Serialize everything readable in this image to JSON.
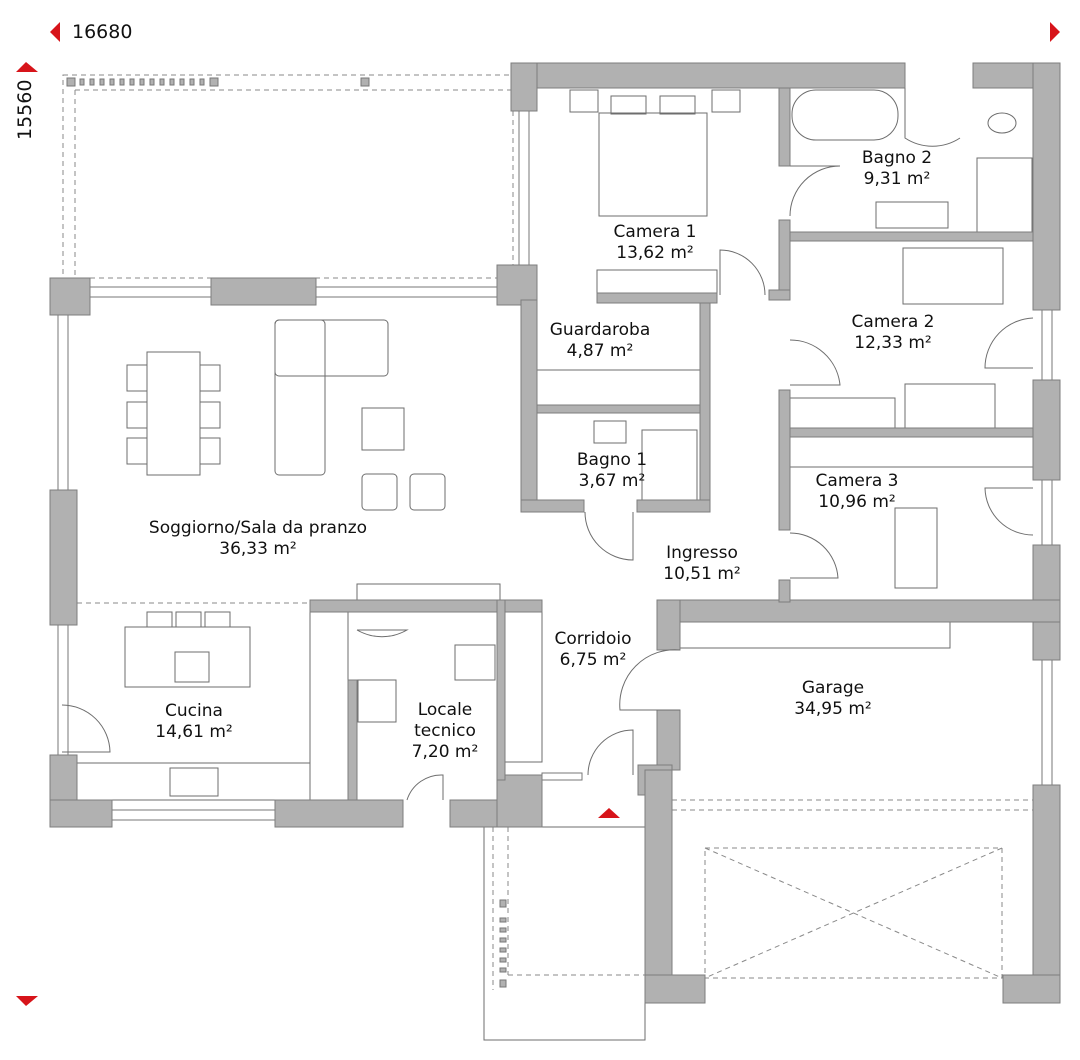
{
  "dimensions": {
    "width": "16680",
    "height": "15560"
  },
  "accent_color": "#d7141a",
  "wall_color": "#b1b1b1",
  "rooms": [
    {
      "name": "Camera 1",
      "area": "13,62 m²"
    },
    {
      "name": "Bagno 2",
      "area": "9,31 m²"
    },
    {
      "name": "Guardaroba",
      "area": "4,87 m²"
    },
    {
      "name": "Camera 2",
      "area": "12,33 m²"
    },
    {
      "name": "Bagno 1",
      "area": "3,67 m²"
    },
    {
      "name": "Camera 3",
      "area": "10,96 m²"
    },
    {
      "name": "Soggiorno/Sala da pranzo",
      "area": "36,33 m²"
    },
    {
      "name": "Ingresso",
      "area": "10,51 m²"
    },
    {
      "name": "Corridoio",
      "area": "6,75 m²"
    },
    {
      "name": "Garage",
      "area": "34,95 m²"
    },
    {
      "name": "Cucina",
      "area": "14,61 m²"
    },
    {
      "name": "Locale tecnico",
      "area": "7,20 m²"
    }
  ]
}
